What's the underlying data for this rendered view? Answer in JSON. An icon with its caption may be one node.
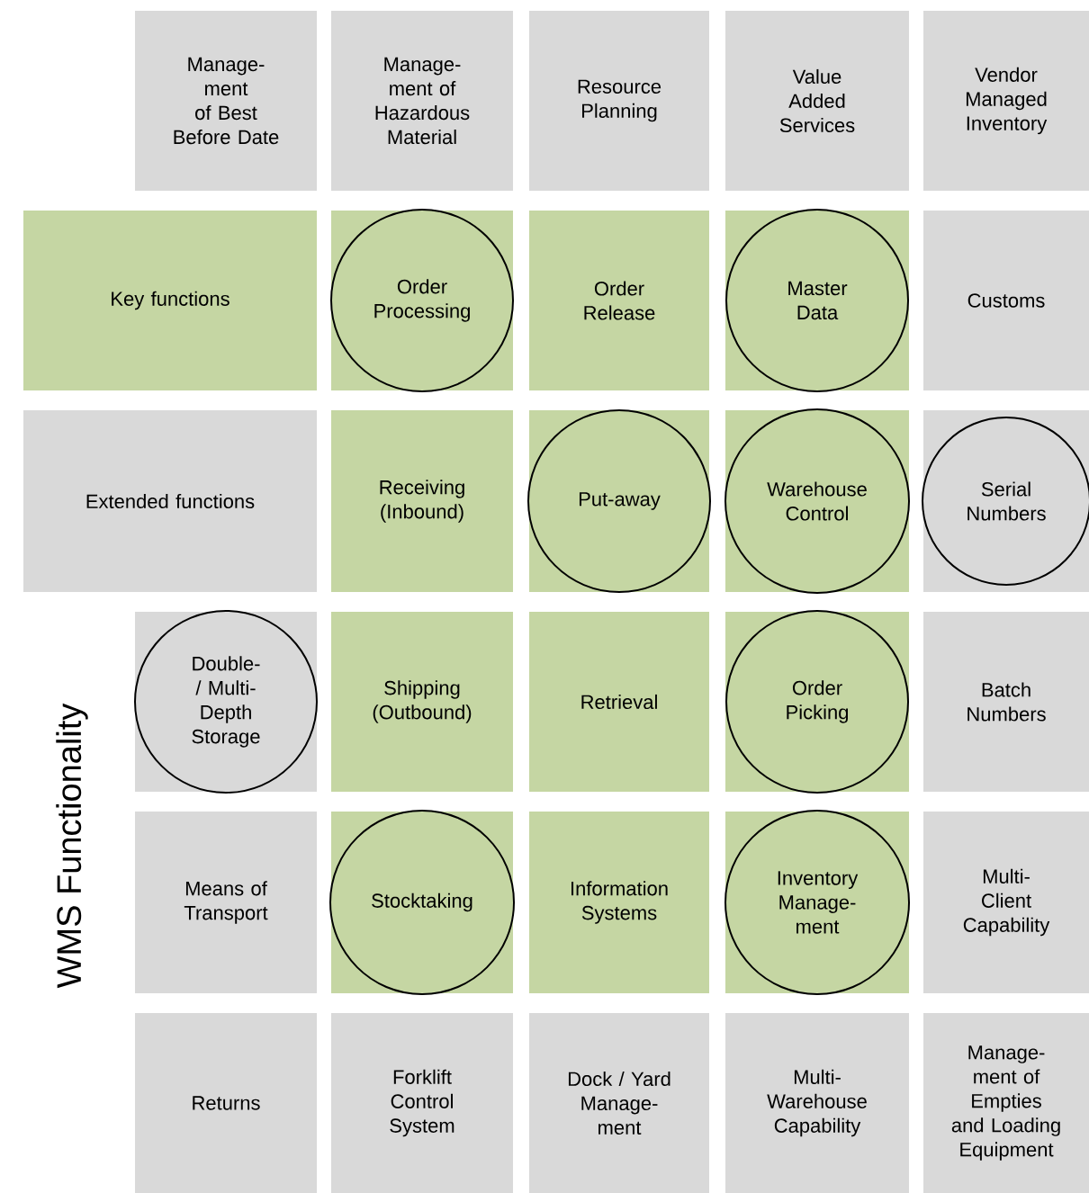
{
  "diagram": {
    "nodes": [
      {
        "text": [
          "Manage-ment of Best Before Date"
        ]
      },
      {
        "text": [
          "Manage-ment of Hazardous Material"
        ]
      },
      {
        "text": [
          "Resource Planning"
        ]
      },
      {
        "text": [
          "Value Added Services"
        ]
      },
      {
        "text": [
          "Vendor Managed Inventory"
        ]
      },
      {
        "text": [
          "Key functions"
        ]
      },
      {
        "text": [],
        "shape": "box"
      },
      {
        "text": [
          "Order Processing"
        ],
        "in": 6
      },
      {
        "text": [
          "Order Release"
        ]
      },
      {
        "text": [],
        "shape": "box"
      },
      {
        "text": [
          "Master Data"
        ],
        "in": 9
      },
      {
        "text": [
          "Customs"
        ]
      },
      {
        "text": [
          "Extended functions"
        ]
      },
      {
        "text": [
          "Receiving (Inbound)"
        ]
      },
      {
        "text": [],
        "shape": "box"
      },
      {
        "text": [
          "Put-away"
        ],
        "in": 14
      },
      {
        "text": [],
        "shape": "box"
      },
      {
        "text": [
          "Warehouse Control"
        ],
        "in": 16
      },
      {
        "text": [],
        "shape": "box"
      },
      {
        "text": [
          "Serial Numbers"
        ],
        "in": 18
      },
      {
        "text": [],
        "shape": "box"
      },
      {
        "text": [
          "Double- / Multi-Depth Storage"
        ],
        "in": 20
      },
      {
        "text": [
          "Shipping (Outbound)"
        ]
      },
      {
        "text": [
          "Retrieval"
        ]
      },
      {
        "text": [],
        "shape": "box"
      },
      {
        "text": [
          "Order Picking"
        ],
        "in": 24
      },
      {
        "text": [
          "Batch Numbers"
        ]
      },
      {
        "text": [
          "Means of Transport"
        ]
      },
      {
        "text": [],
        "shape": "box"
      },
      {
        "text": [
          "Stocktaking"
        ],
        "in": 28
      },
      {
        "text": [
          "Information Systems"
        ]
      },
      {
        "text": [],
        "shape": "box"
      },
      {
        "text": [
          "Inventory Manage-ment"
        ],
        "in": 31
      },
      {
        "text": [
          "Multi-Client Capability"
        ]
      },
      {
        "text": [
          "Returns"
        ]
      },
      {
        "text": [
          "Forklift Control System"
        ]
      },
      {
        "text": [
          "Dock / Yard Manage-ment"
        ]
      },
      {
        "text": [
          "Multi-Warehouse Capability"
        ]
      },
      {
        "text": [
          "Manage-ment of Empties and Loading Equipment"
        ]
      }
    ],
    "labels": [
      "WMS Functionality"
    ]
  }
}
